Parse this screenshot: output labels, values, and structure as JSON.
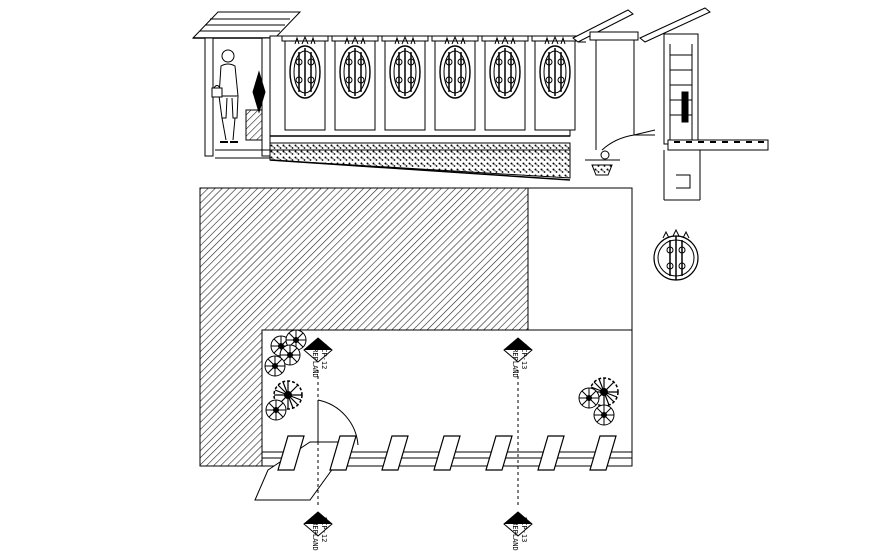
{
  "drawing": {
    "ink_color": "#000000",
    "paper_color": "#ffffff",
    "hatch_color": "#222222"
  },
  "markers": {
    "plan_marker_left_code": "BCP-12",
    "plan_marker_left_sub": "#REPLAND",
    "plan_marker_mid_code": "BCP-13",
    "plan_marker_mid_sub": "#REPLAND",
    "bottom_marker_left_code": "BCP-12",
    "bottom_marker_left_sub": "#REPLAND",
    "bottom_marker_mid_code": "BCP-13",
    "bottom_marker_mid_sub": "#REPLAND"
  }
}
